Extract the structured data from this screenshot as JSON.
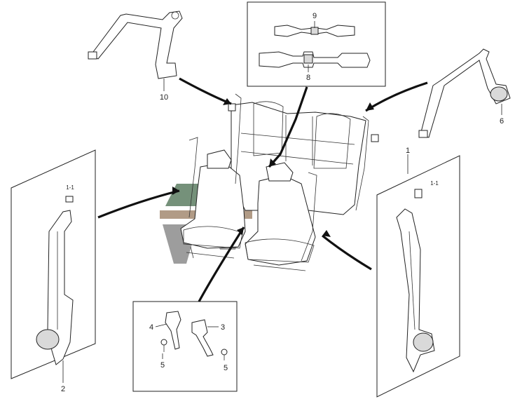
{
  "diagram": {
    "callouts": {
      "c1": "1",
      "c1_1a": "1-1",
      "c1_1b": "1-1",
      "c2": "2",
      "c3": "3",
      "c4": "4",
      "c5a": "5",
      "c5b": "5",
      "c6": "6",
      "c8": "8",
      "c9": "9",
      "c10": "10"
    },
    "colors": {
      "watermark_green": "#5d7e63",
      "watermark_tan": "#a48a72",
      "watermark_grey": "#8c8c8c",
      "line": "#222222"
    }
  }
}
